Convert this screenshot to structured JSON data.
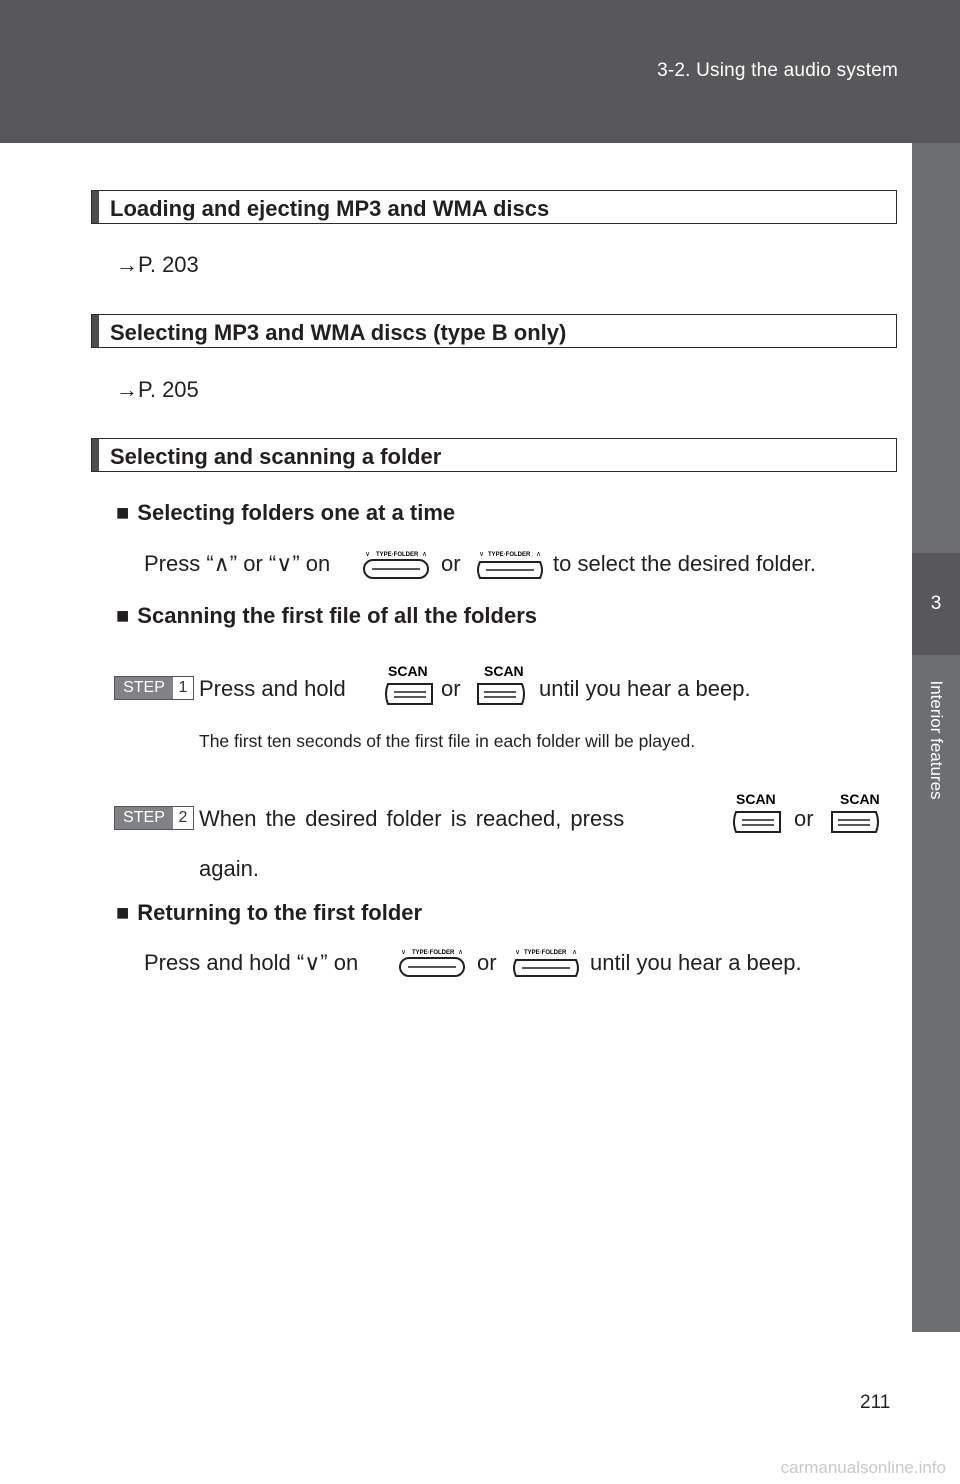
{
  "header": {
    "title": "3-2. Using the audio system"
  },
  "side_tab": {
    "number": "3",
    "label": "Interior features"
  },
  "sections": [
    {
      "title": "Loading and ejecting MP3 and WMA discs",
      "ref": "→P. 203"
    },
    {
      "title": "Selecting MP3 and WMA discs (type B only)",
      "ref": "→P. 205"
    },
    {
      "title": "Selecting and scanning a folder"
    }
  ],
  "subsections": {
    "folders_one_at_a_time": {
      "bullet": "■",
      "heading": "Selecting folders one at a time",
      "text_a": "Press “∧” or “∨” on",
      "text_or": "or",
      "text_b": "to select the desired folder."
    },
    "scan_first_file": {
      "bullet": "■",
      "heading": "Scanning the first file of all the folders"
    },
    "return_first": {
      "bullet": "■",
      "heading": "Returning to the first folder",
      "text_a": "Press and hold “∨” on",
      "text_or": "or",
      "text_b": "until you hear a beep."
    }
  },
  "steps": [
    {
      "label": "STEP",
      "number": "1",
      "text_a": "Press and hold",
      "text_or": "or",
      "text_b": "until you hear a beep.",
      "note": "The first ten seconds of the first file in each folder will be played."
    },
    {
      "label": "STEP",
      "number": "2",
      "text_a": "When  the  desired  folder  is  reached,  press",
      "text_or": "or",
      "text_b": "again."
    }
  ],
  "icons": {
    "type_folder_label": "TYPE·FOLDER",
    "scan_label": "SCAN"
  },
  "page_number": "211",
  "watermark": "carmanualsonline.info"
}
